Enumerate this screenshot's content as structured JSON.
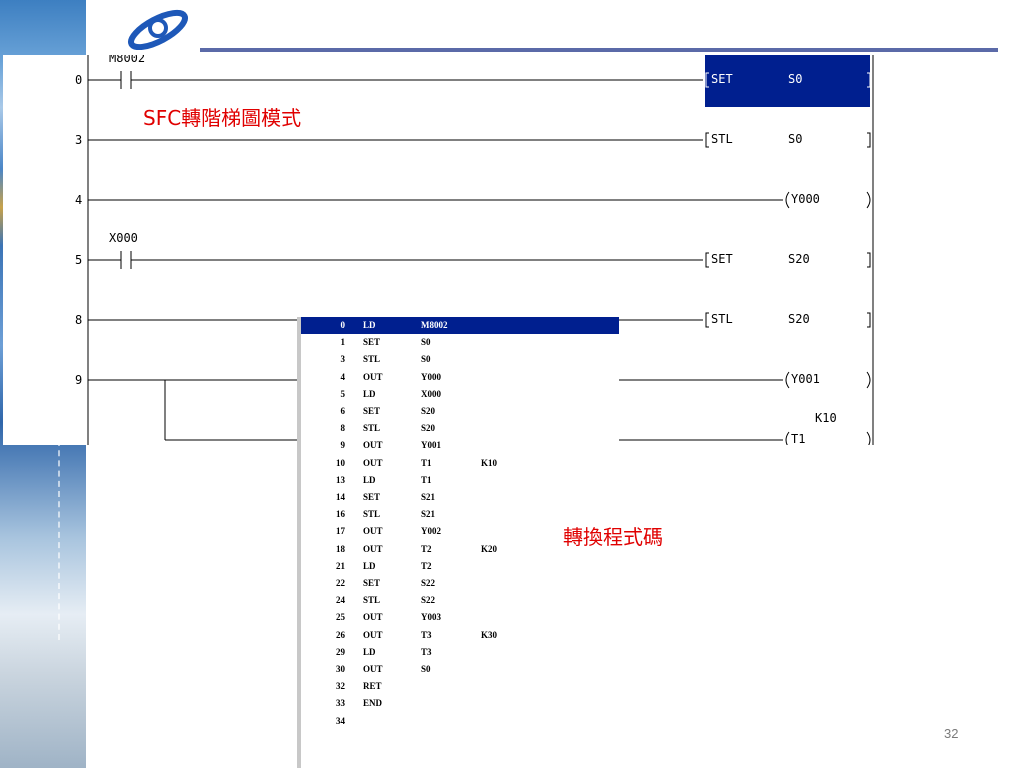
{
  "ladder": {
    "rungs": [
      {
        "step": "0",
        "contact": "M8002",
        "instr": "SET",
        "operand": "S0",
        "selected": true
      },
      {
        "step": "3",
        "contact": "",
        "instr": "STL",
        "operand": "S0"
      },
      {
        "step": "4",
        "contact": "",
        "instr": "",
        "coil": "Y000"
      },
      {
        "step": "5",
        "contact": "X000",
        "instr": "SET",
        "operand": "S20"
      },
      {
        "step": "8",
        "contact": "",
        "instr": "STL",
        "operand": "S20"
      },
      {
        "step": "9",
        "contact": "",
        "instr": "",
        "coil": "Y001"
      },
      {
        "step": "",
        "contact": "",
        "instr": "",
        "coil": "T1",
        "constant": "K10"
      }
    ]
  },
  "annotations": {
    "ladder_mode": "SFC轉階梯圖模式",
    "convert_code": "轉換程式碼"
  },
  "instruction_list": [
    [
      "0",
      "LD",
      "M8002",
      ""
    ],
    [
      "1",
      "SET",
      "S0",
      ""
    ],
    [
      "3",
      "STL",
      "S0",
      ""
    ],
    [
      "4",
      "OUT",
      "Y000",
      ""
    ],
    [
      "5",
      "LD",
      "X000",
      ""
    ],
    [
      "6",
      "SET",
      "S20",
      ""
    ],
    [
      "8",
      "STL",
      "S20",
      ""
    ],
    [
      "9",
      "OUT",
      "Y001",
      ""
    ],
    [
      "10",
      "OUT",
      "T1",
      "K10"
    ],
    [
      "13",
      "LD",
      "T1",
      ""
    ],
    [
      "14",
      "SET",
      "S21",
      ""
    ],
    [
      "16",
      "STL",
      "S21",
      ""
    ],
    [
      "17",
      "OUT",
      "Y002",
      ""
    ],
    [
      "18",
      "OUT",
      "T2",
      "K20"
    ],
    [
      "21",
      "LD",
      "T2",
      ""
    ],
    [
      "22",
      "SET",
      "S22",
      ""
    ],
    [
      "24",
      "STL",
      "S22",
      ""
    ],
    [
      "25",
      "OUT",
      "Y003",
      ""
    ],
    [
      "26",
      "OUT",
      "T3",
      "K30"
    ],
    [
      "29",
      "LD",
      "T3",
      ""
    ],
    [
      "30",
      "OUT",
      "S0",
      ""
    ],
    [
      "32",
      "RET",
      "",
      ""
    ],
    [
      "33",
      "END",
      "",
      ""
    ],
    [
      "34",
      "",
      "",
      ""
    ]
  ],
  "selected_row": 0,
  "page_number": "32",
  "colors": {
    "selection": "#001f8f",
    "annotation": "#e00000",
    "title_rule": "#5b6aa8"
  },
  "icons": {
    "logo": "orbit-logo-icon",
    "contact": "normally-open-contact-icon",
    "coil": "coil-icon"
  }
}
